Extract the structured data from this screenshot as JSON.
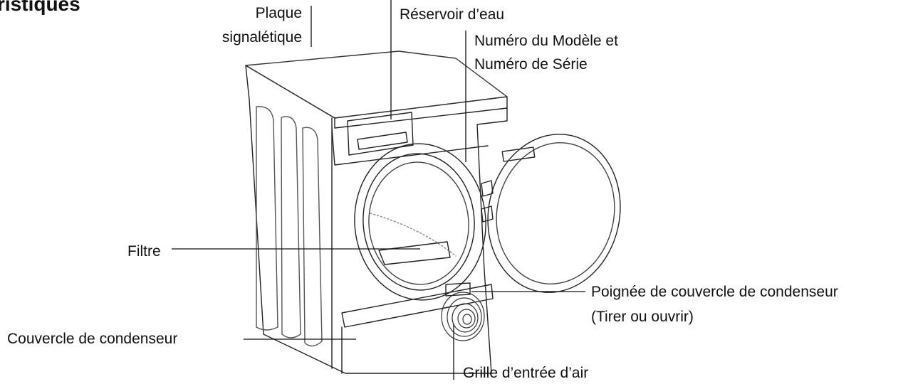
{
  "heading_fragment": "ristiques",
  "labels": {
    "plaque_line1": "Plaque",
    "plaque_line2": "signalétique",
    "reservoir": "Réservoir d’eau",
    "modele_line1": "Numéro du Modèle et",
    "modele_line2": "Numéro de Série",
    "filtre": "Filtre",
    "poignee_line1": "Poignée de couvercle de condenseur",
    "poignee_line2": "(Tirer ou ouvrir)",
    "couvercle": "Couvercle de condenseur",
    "grille": "Grille d’entrée d’air"
  }
}
